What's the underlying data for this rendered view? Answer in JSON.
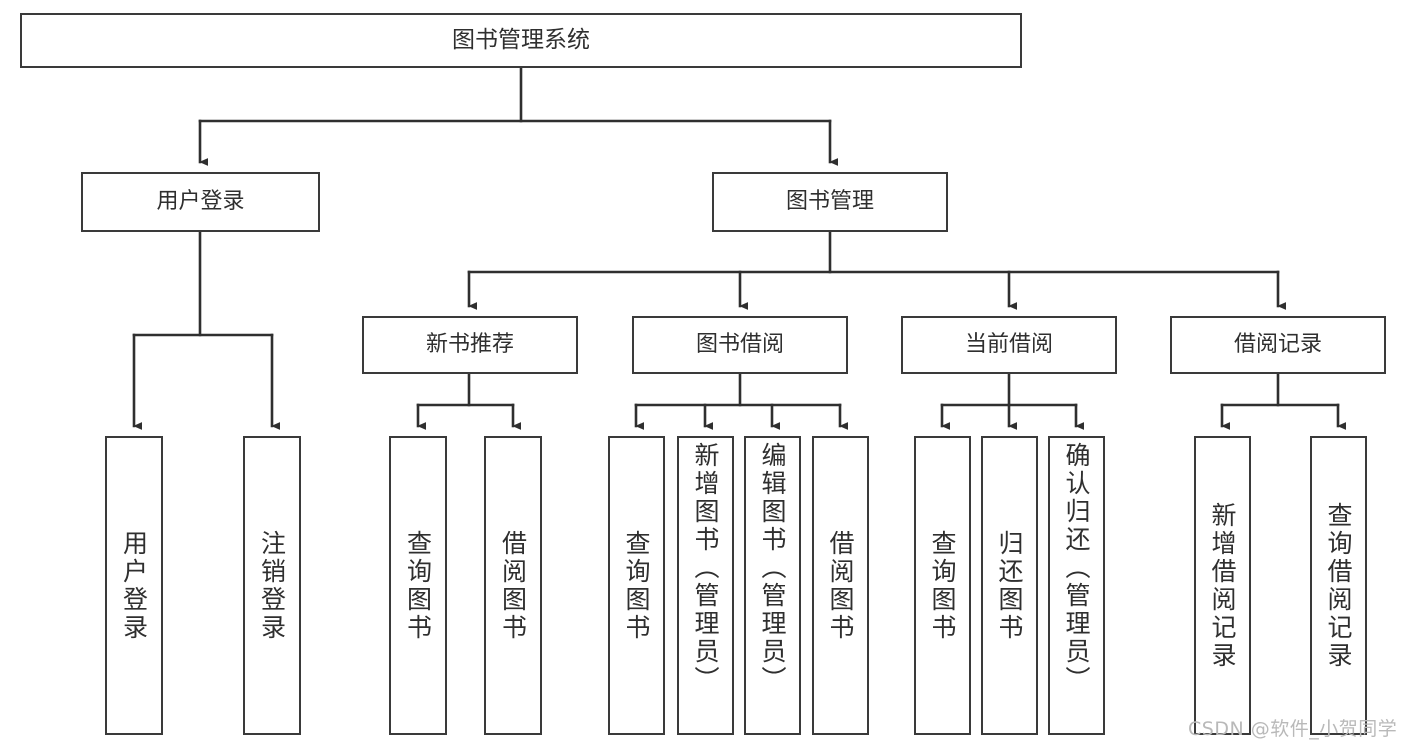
{
  "diagram": {
    "type": "tree-hierarchy",
    "title": "图书管理系统",
    "watermark": "CSDN @软件_小贺同学",
    "colors": {
      "stroke": "#3a3a3a",
      "fill": "#ffffff",
      "text": "#2f2f2f",
      "watermark": "#b9b9b9"
    },
    "nodes": {
      "root": {
        "label": "图书管理系统"
      },
      "level1": [
        {
          "label": "用户登录"
        },
        {
          "label": "图书管理"
        }
      ],
      "level2": [
        {
          "label": "新书推荐"
        },
        {
          "label": "图书借阅"
        },
        {
          "label": "当前借阅"
        },
        {
          "label": "借阅记录"
        }
      ],
      "leaves": {
        "user_login": [
          {
            "label": "用户登录"
          },
          {
            "label": "注销登录"
          }
        ],
        "new_book": [
          {
            "label": "查询图书"
          },
          {
            "label": "借阅图书"
          }
        ],
        "book_borrow": [
          {
            "label": "查询图书"
          },
          {
            "label": "新增图书（管理员）"
          },
          {
            "label": "编辑图书（管理员）"
          },
          {
            "label": "借阅图书"
          }
        ],
        "current_borrow": [
          {
            "label": "查询图书"
          },
          {
            "label": "归还图书"
          },
          {
            "label": "确认归还（管理员）"
          }
        ],
        "borrow_record": [
          {
            "label": "新增借阅记录"
          },
          {
            "label": "查询借阅记录"
          }
        ]
      }
    }
  }
}
